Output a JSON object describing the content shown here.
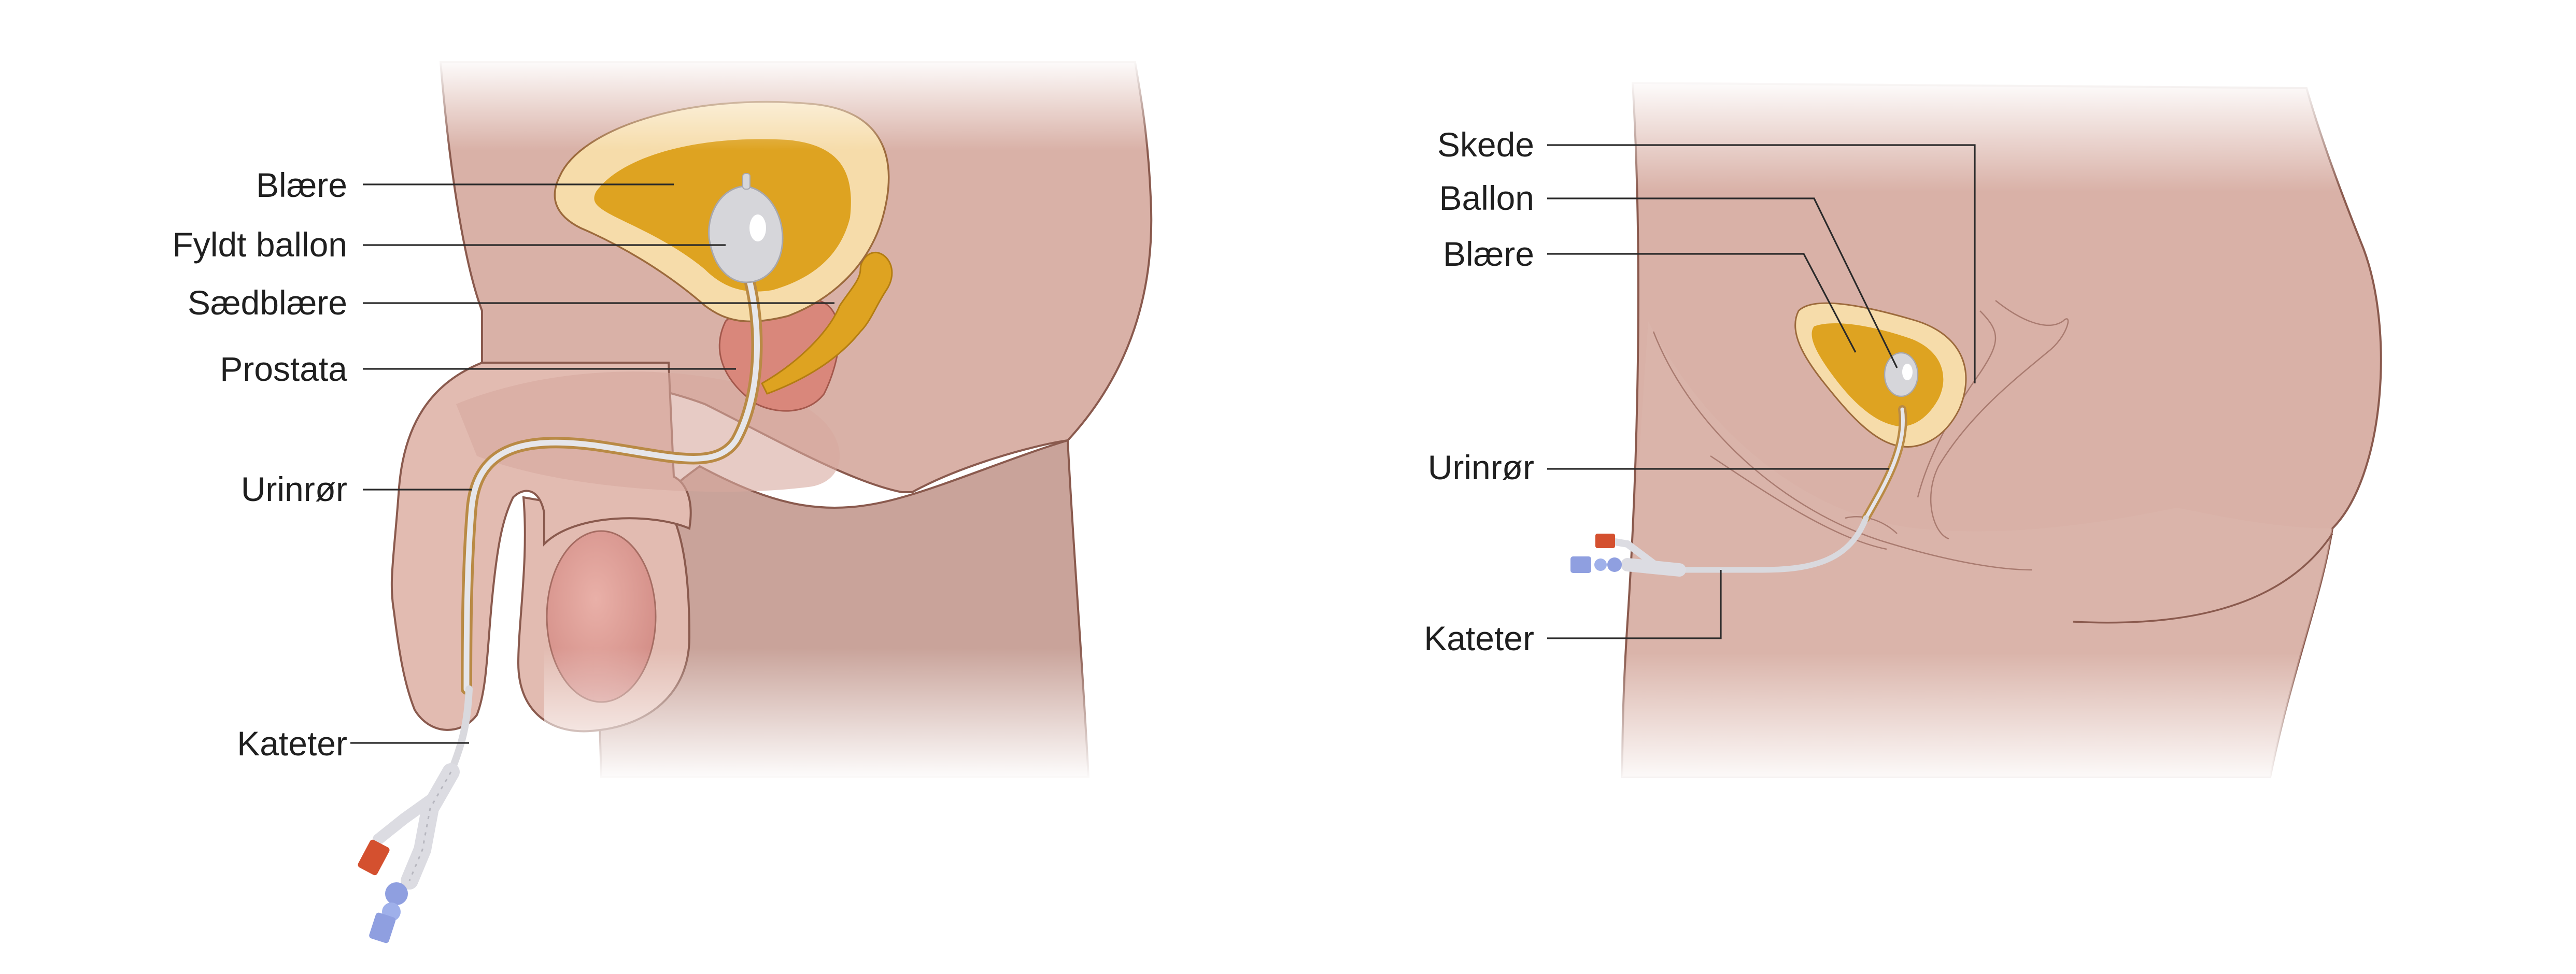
{
  "male_labels": {
    "bladder": "Blære",
    "filled_balloon": "Fyldt ballon",
    "seminal_vesicle": "Sædblære",
    "prostate": "Prostata",
    "urethra": "Urinrør",
    "catheter": "Kateter"
  },
  "female_labels": {
    "vagina": "Skede",
    "balloon": "Ballon",
    "bladder": "Blære",
    "urethra": "Urinrør",
    "catheter": "Kateter"
  },
  "colors": {
    "skin_light": "#e9c9bf",
    "skin_mid": "#d8b0a6",
    "skin_outline": "#8a5a4e",
    "bladder_wall": "#f6dcaa",
    "urine": "#dea321",
    "prostate": "#d9877b",
    "balloon": "#d4d4d8",
    "catheter": "#e6e6ea",
    "valve_red": "#d4502f",
    "valve_blue": "#8f9fe0"
  }
}
